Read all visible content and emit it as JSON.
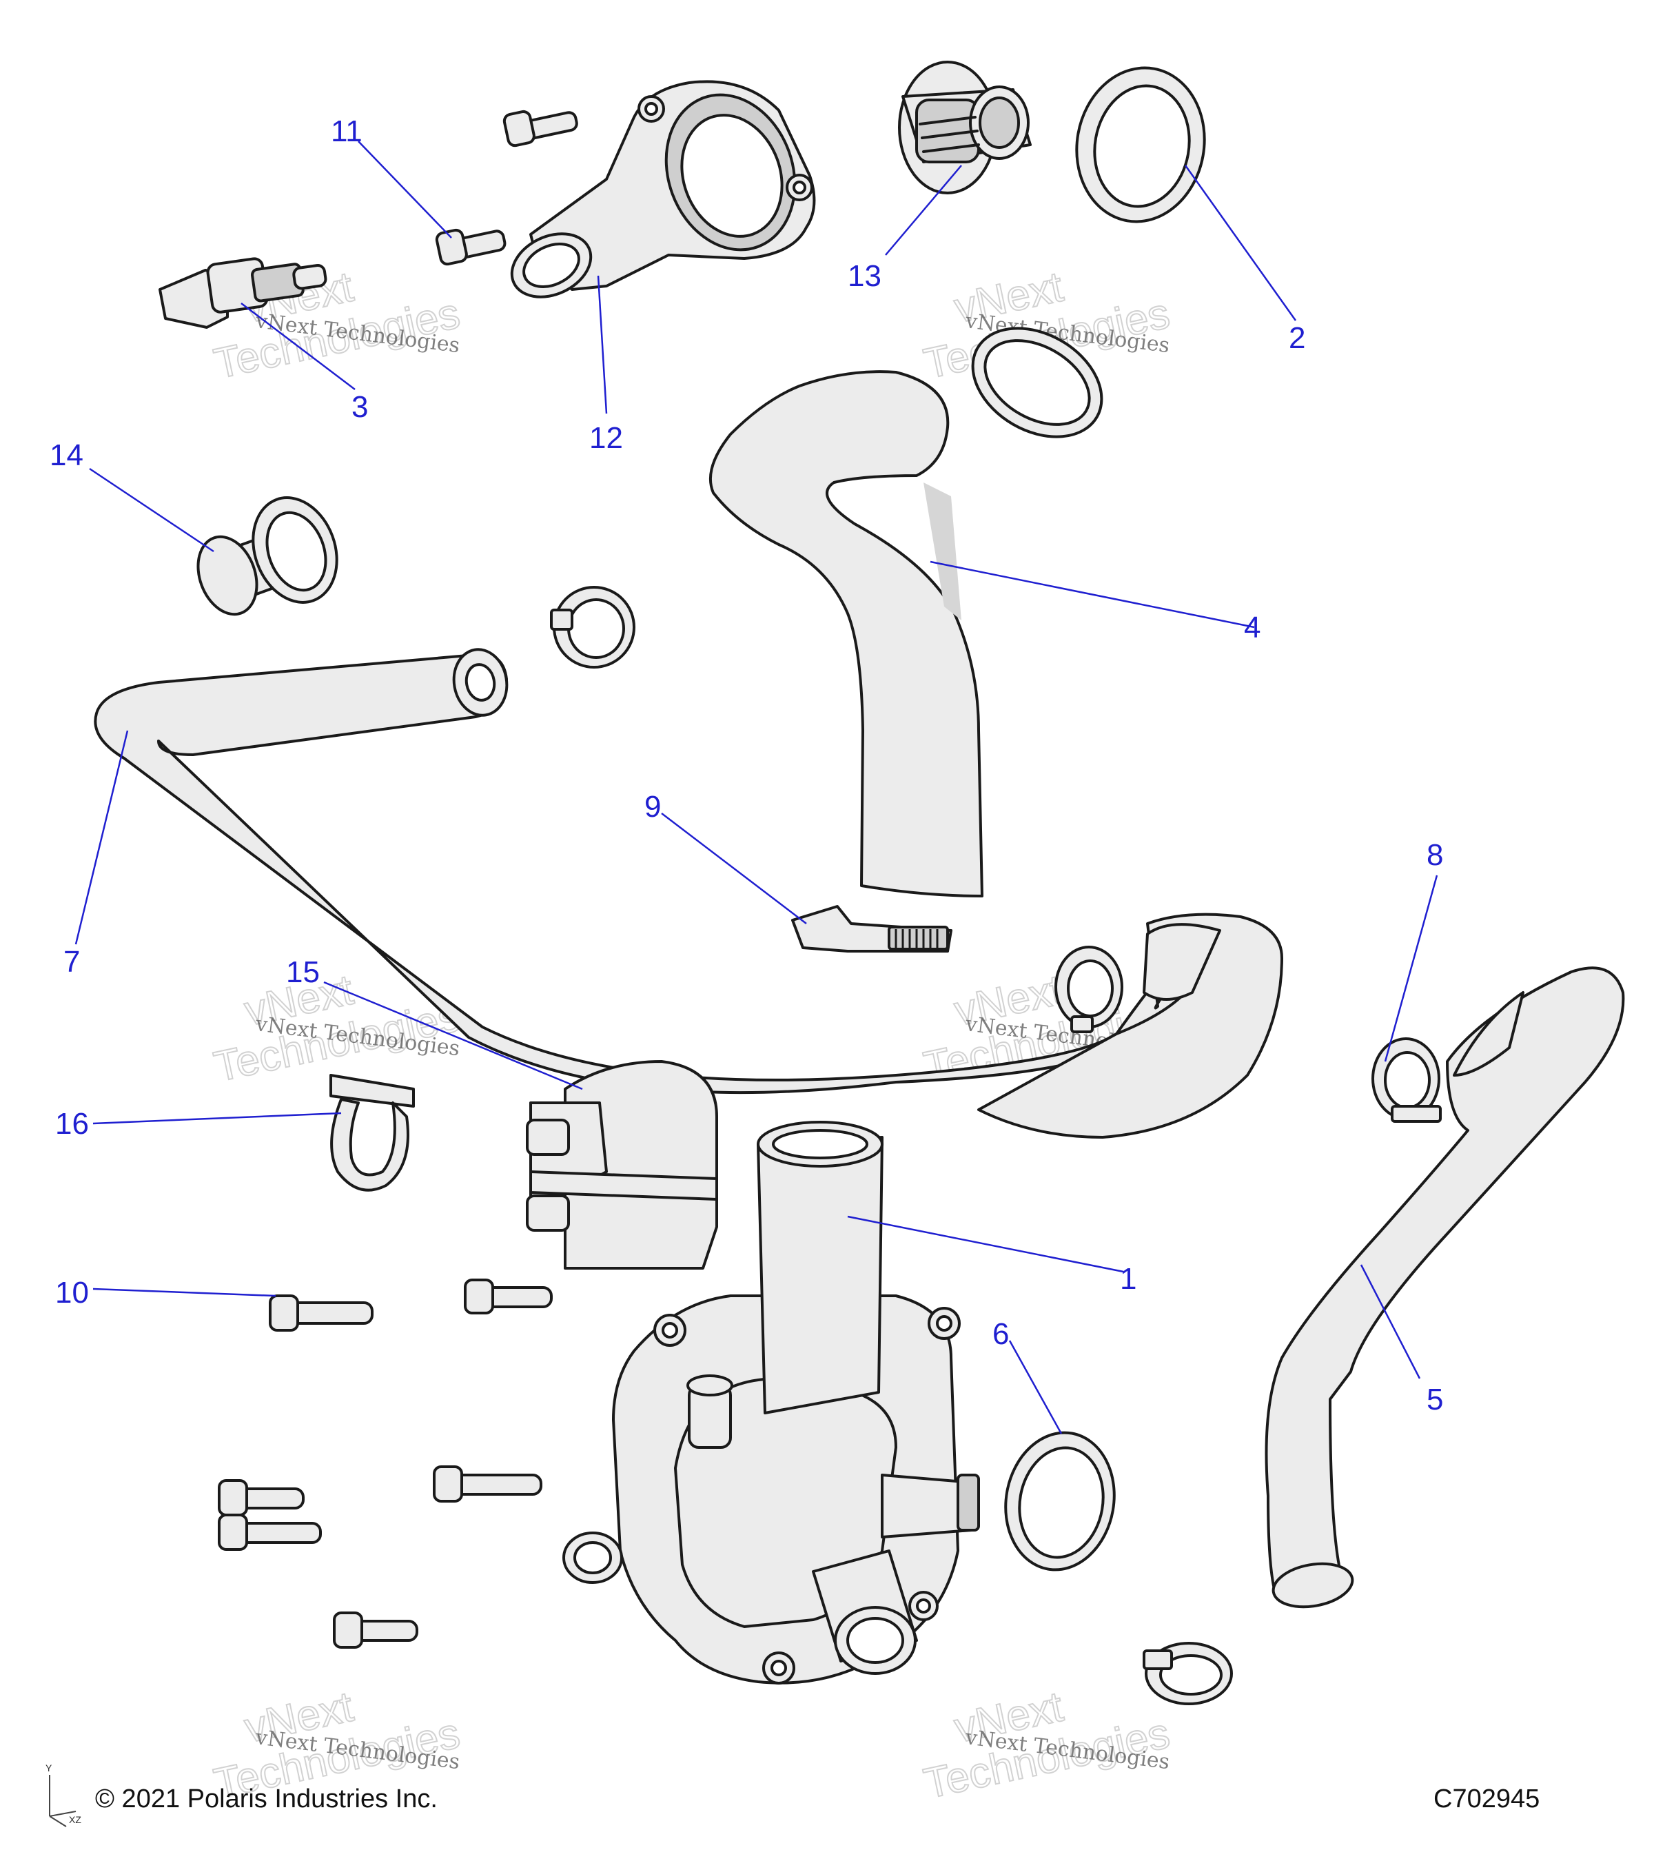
{
  "callouts": [
    "1",
    "2",
    "3",
    "4",
    "5",
    "6",
    "7",
    "8",
    "9",
    "10",
    "11",
    "12",
    "13",
    "14",
    "15",
    "16"
  ],
  "watermark": {
    "line1": "vNext Technologies",
    "big1": "vNext",
    "big2": "Technologies"
  },
  "footer": {
    "copyright": "© 2021 Polaris Industries Inc.",
    "code": "C702945"
  },
  "axis": {
    "y": "Y",
    "xz": "XZ"
  },
  "colors": {
    "callout": "#1f1fd0",
    "line": "#1a1a1a",
    "fill": "#ececec"
  }
}
